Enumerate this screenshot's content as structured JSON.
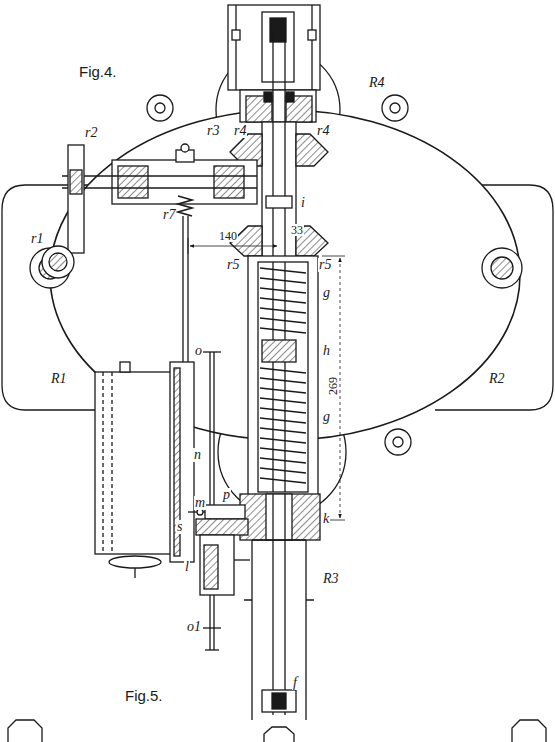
{
  "diagram": {
    "labels": [
      "Fig.4.",
      "R4",
      "r2",
      "r3",
      "r4",
      "r4",
      "r1",
      "r7",
      "i",
      "33",
      "r5",
      "r5",
      "140",
      "R1",
      "R2",
      "g",
      "o",
      "269",
      "h",
      "n",
      "g",
      "p",
      "s",
      "m",
      "l",
      "k",
      "o1",
      "R3",
      "f",
      "Fig.5."
    ]
  }
}
